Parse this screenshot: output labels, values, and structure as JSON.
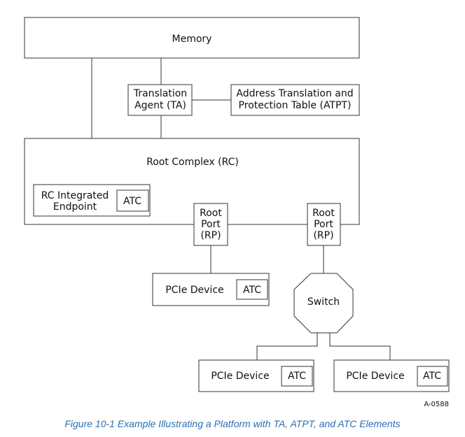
{
  "diagram": {
    "memory": "Memory",
    "ta": [
      "Translation",
      "Agent (TA)"
    ],
    "atpt": [
      "Address Translation and",
      "Protection Table (ATPT)"
    ],
    "root_complex": "Root Complex (RC)",
    "rc_endpoint": [
      "RC Integrated",
      "Endpoint"
    ],
    "atc": "ATC",
    "root_port": [
      "Root",
      "Port",
      "(RP)"
    ],
    "pcie_device": "PCIe Device",
    "switch": "Switch",
    "figure_id": "A-0588"
  },
  "caption": "Figure  10-1  Example Illustrating a Platform with TA, ATPT, and ATC Elements"
}
